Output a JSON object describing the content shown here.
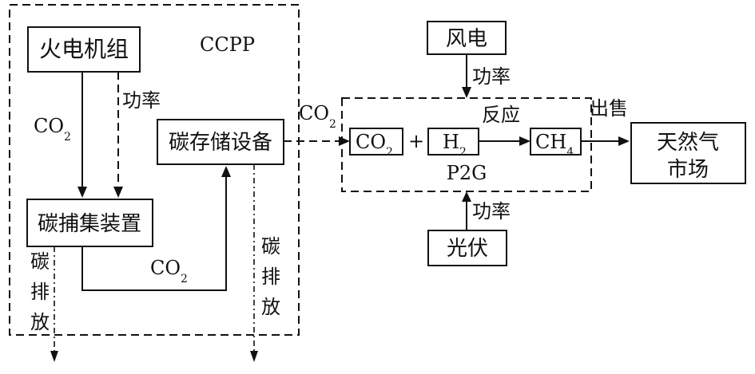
{
  "ccpp": {
    "label": "CCPP",
    "thermal_unit": "火电机组",
    "capture_device": "碳捕集装置",
    "storage_device": "碳存储设备",
    "power": "功率",
    "co2_left": "CO",
    "co2_bottom": "CO",
    "carbon_emission_left": [
      "碳",
      "排",
      "放"
    ],
    "carbon_emission_right": [
      "碳",
      "排",
      "放"
    ]
  },
  "p2g": {
    "label": "P2G",
    "co2_in_label": "CO",
    "co2_box": "CO",
    "plus": "+",
    "h2_box": "H",
    "reaction": "反应",
    "ch4_box": "CH",
    "sub_2": "2",
    "sub_4": "4"
  },
  "wind": {
    "label": "风电",
    "power": "功率"
  },
  "solar": {
    "label": "光伏",
    "power": "功率"
  },
  "sell": "出售",
  "market": {
    "line1": "天然气",
    "line2": "市场"
  }
}
